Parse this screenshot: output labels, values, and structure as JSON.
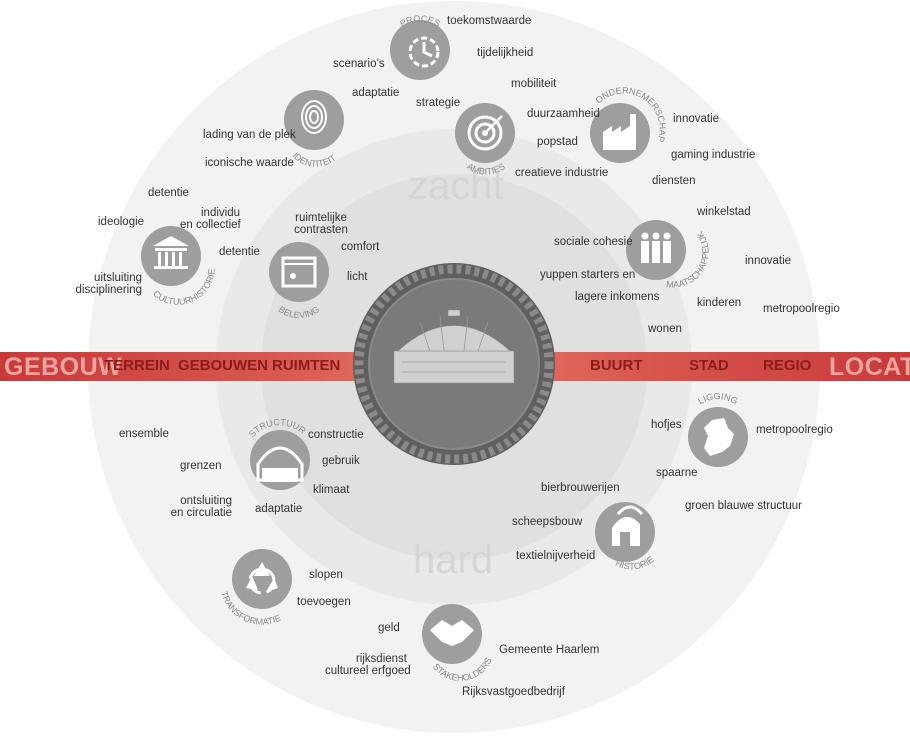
{
  "axis": {
    "left_end": "GEBOUW",
    "left_items": [
      "TERREIN",
      "GEBOUWEN",
      "RUIMTEN"
    ],
    "right_items": [
      "BUURT",
      "STAD",
      "REGIO"
    ],
    "right_end": "LOCATIE"
  },
  "rings": {
    "upper": "zacht",
    "lower": "hard"
  },
  "themes": {
    "proces": {
      "title": "PROCES",
      "icon": "clock-icon",
      "items": {
        "toekomstwaarde": "toekomstwaarde",
        "tijdelijkheid": "tijdelijkheid",
        "scenarios": "scenario’s",
        "strategie": "strategie"
      }
    },
    "identiteit": {
      "title": "IDENTITEIT",
      "icon": "fingerprint-icon",
      "items": {
        "adaptatie": "adaptatie",
        "lading": "lading van de plek",
        "iconische": "iconische waarde"
      }
    },
    "ambities": {
      "title": "AMBITIES",
      "icon": "target-icon",
      "items": {
        "mobiliteit": "mobiliteit",
        "duurzaamheid": "duurzaamheid",
        "popstad": "popstad",
        "creatieve": "creatieve industrie"
      }
    },
    "ondernemerschap": {
      "title": "ONDERNEMERSCHAP",
      "icon": "factory-icon",
      "items": {
        "innovatie": "innovatie",
        "gaming": "gaming industrie",
        "diensten": "diensten"
      }
    },
    "cultuurhistorie": {
      "title": "CULTUURHISTORIE",
      "icon": "temple-icon",
      "items": {
        "detentie1": "detentie",
        "individu": "individu\nen collectief",
        "ideologie": "ideologie",
        "detentie2": "detentie",
        "uitsluiting": "uitsluiting\ndisciplinering"
      }
    },
    "beleving": {
      "title": "BELEVING",
      "icon": "space-frame-icon",
      "items": {
        "contrasten": "ruimtelijke\ncontrasten",
        "comfort": "comfort",
        "licht": "licht"
      }
    },
    "maatschappelijk": {
      "title": "MAATSCHAPPELIJK",
      "icon": "people-icon",
      "items": {
        "cohesie": "sociale cohesie",
        "yuppen": "yuppen starters en",
        "inkomens": "lagere inkomens",
        "wonen": "wonen",
        "winkelstad": "winkelstad",
        "innovatie": "innovatie",
        "kinderen": "kinderen",
        "metropool": "metropoolregio"
      }
    },
    "structuur": {
      "title": "STRUCTUUR",
      "icon": "dome-section-icon",
      "items": {
        "ensemble": "ensemble",
        "constructie": "constructie",
        "gebruik": "gebruik",
        "grenzen": "grenzen",
        "klimaat": "klimaat",
        "ontsluiting": "ontsluiting\nen circulatie",
        "adaptatie": "adaptatie"
      }
    },
    "ligging": {
      "title": "LIGGING",
      "icon": "map-icon",
      "items": {
        "hofjes": "hofjes",
        "metropool": "metropoolregio",
        "spaarne": "spaarne",
        "groen": "groen blauwe structuur"
      }
    },
    "historie": {
      "title": "HISTORIE",
      "icon": "helmet-icon",
      "items": {
        "bier": "bierbrouwerijen",
        "scheeps": "scheepsbouw",
        "textiel": "textielnijverheid"
      }
    },
    "transformatie": {
      "title": "TRANSFORMATIE",
      "icon": "recycle-icon",
      "items": {
        "slopen": "slopen",
        "toevoegen": "toevoegen"
      }
    },
    "stakeholders": {
      "title": "STAKEHOLDERS",
      "icon": "handshake-icon",
      "items": {
        "geld": "geld",
        "gemeente": "Gemeente Haarlem",
        "rijksdienst": "rijksdienst\ncultureel erfgoed",
        "rijksvastgoed": "Rijksvastgoedbedrijf"
      }
    }
  },
  "colors": {
    "band": "#d9574f",
    "band_text": "#8a1c1c",
    "band_end_text": "#f2a4a0",
    "ring_outer": "#f2f2f2",
    "ring_mid": "#e8e8e8",
    "ring_inner": "#dedede",
    "icon": "#9e9e9e",
    "center": "#6e6e6e"
  }
}
